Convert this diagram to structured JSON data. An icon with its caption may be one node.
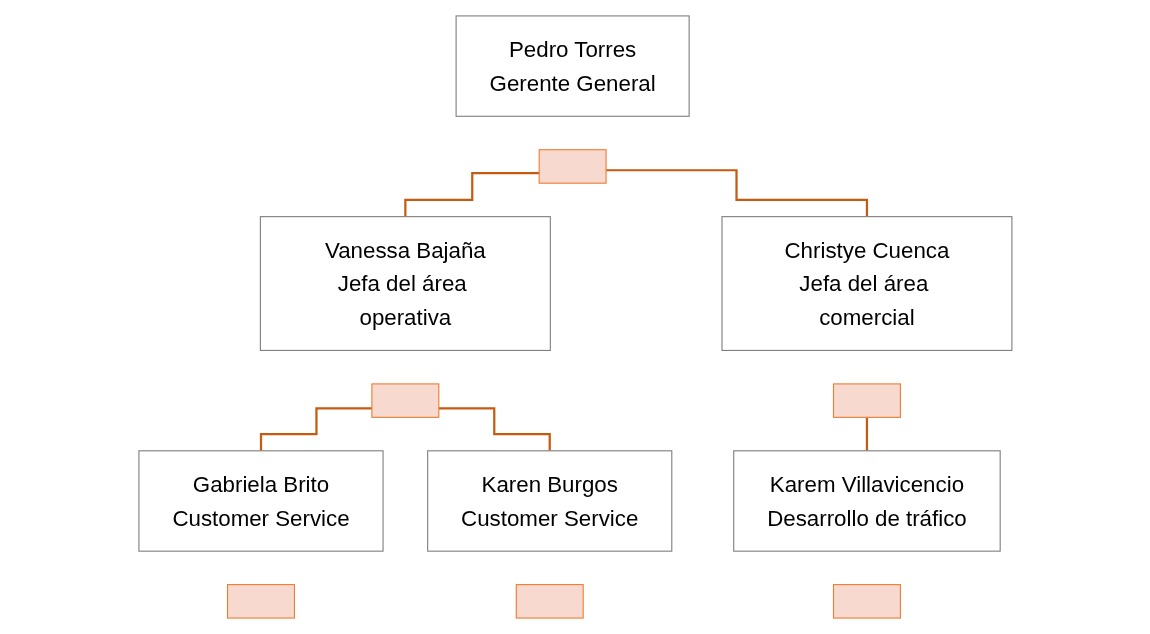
{
  "diagram": {
    "nodes": [
      {
        "text": [
          "Pedro Torres",
          "Gerente General"
        ]
      },
      {
        "text": [],
        "shape": "box"
      },
      {
        "text": [
          "Vanessa Bajaña",
          "Jefa del área operativa"
        ]
      },
      {
        "text": [],
        "shape": "box"
      },
      {
        "text": [
          "Christye Cuenca",
          "Jefa del área comercial"
        ]
      },
      {
        "text": [],
        "shape": "box"
      },
      {
        "text": [
          "Gabriela Brito",
          "Customer Service"
        ]
      },
      {
        "text": [],
        "shape": "box"
      },
      {
        "text": [
          "Karen Burgos",
          "Customer Service"
        ]
      },
      {
        "text": [],
        "shape": "box"
      },
      {
        "text": [
          "Karem Villavicencio",
          "Desarrollo de tráfico"
        ]
      },
      {
        "text": [],
        "shape": "box"
      }
    ],
    "edges": [
      {
        "from": 1,
        "to": 2,
        "arrow": "none"
      },
      {
        "from": 1,
        "to": 4,
        "arrow": "none"
      },
      {
        "from": 3,
        "to": 6,
        "arrow": "none"
      },
      {
        "from": 3,
        "to": 8,
        "arrow": "none"
      },
      {
        "from": 5,
        "to": 10,
        "arrow": "none"
      }
    ]
  }
}
